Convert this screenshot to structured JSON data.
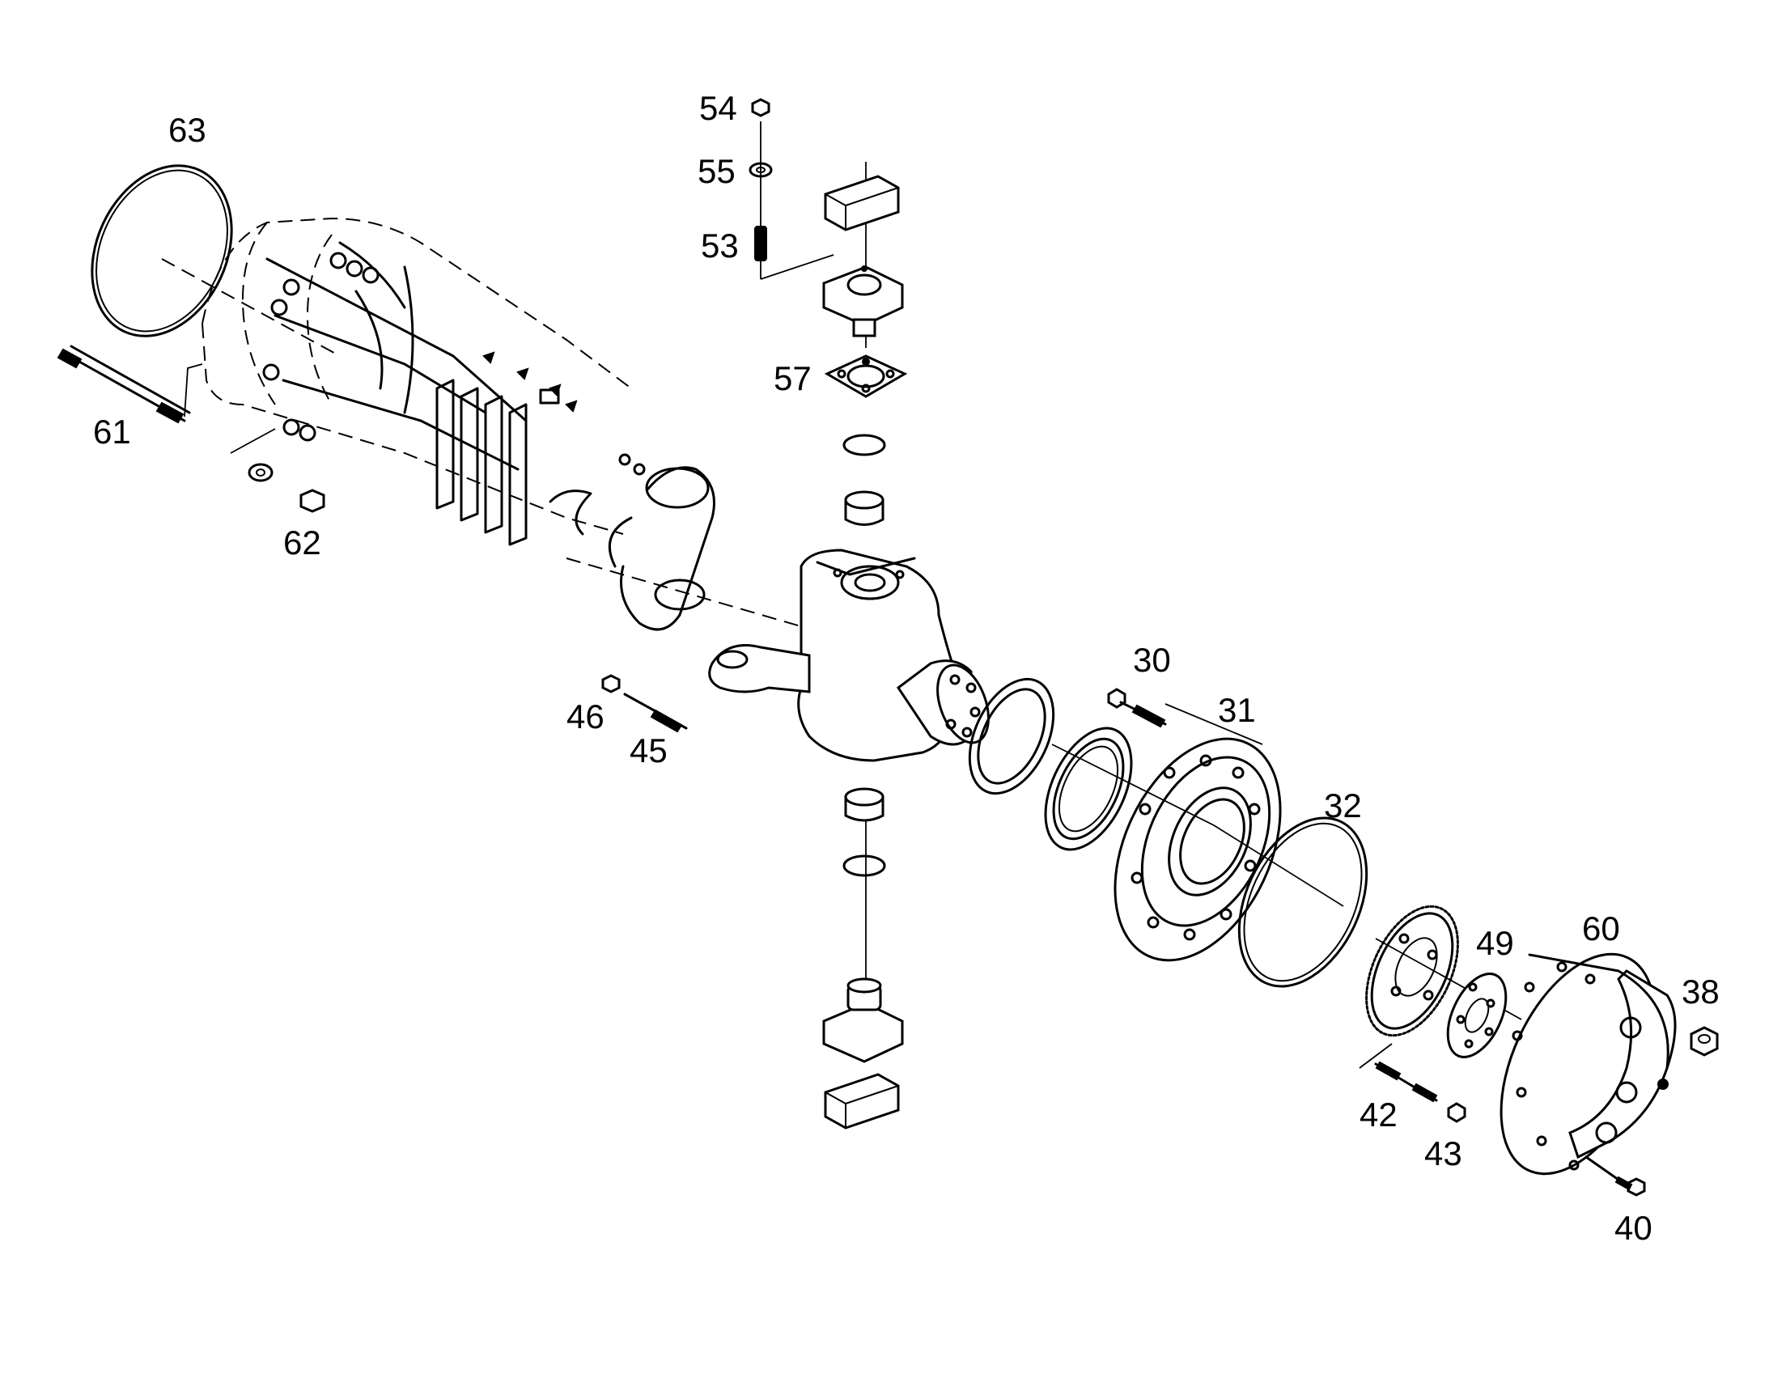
{
  "diagram": {
    "callouts": [
      {
        "id": "c63",
        "text": "63"
      },
      {
        "id": "c61",
        "text": "61"
      },
      {
        "id": "c62",
        "text": "62"
      },
      {
        "id": "c54",
        "text": "54"
      },
      {
        "id": "c55",
        "text": "55"
      },
      {
        "id": "c53",
        "text": "53"
      },
      {
        "id": "c57",
        "text": "57"
      },
      {
        "id": "c46",
        "text": "46"
      },
      {
        "id": "c45",
        "text": "45"
      },
      {
        "id": "c30",
        "text": "30"
      },
      {
        "id": "c31",
        "text": "31"
      },
      {
        "id": "c32",
        "text": "32"
      },
      {
        "id": "c49",
        "text": "49"
      },
      {
        "id": "c60",
        "text": "60"
      },
      {
        "id": "c38",
        "text": "38"
      },
      {
        "id": "c42",
        "text": "42"
      },
      {
        "id": "c43",
        "text": "43"
      },
      {
        "id": "c40",
        "text": "40"
      }
    ]
  }
}
